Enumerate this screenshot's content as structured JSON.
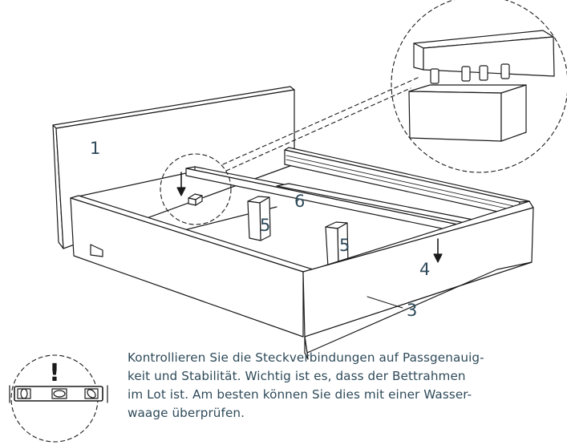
{
  "diagram": {
    "part_labels": {
      "headboard": "1",
      "frame_front": "3",
      "frame_side": "4",
      "support_left": "5",
      "support_right": "5",
      "center_rail": "6"
    },
    "warning_mark": "!",
    "instruction_lines": [
      "Kontrollieren Sie die Steckverbindungen auf Passgenauig-",
      "keit und Stabilität. Wichtig ist es, dass der Bettrahmen",
      "im Lot ist. Am besten können Sie dies mit einer Wasser-",
      "waage überprüfen."
    ]
  },
  "colors": {
    "line": "#1a1a1a",
    "label": "#2e4a5a",
    "background": "#ffffff"
  }
}
